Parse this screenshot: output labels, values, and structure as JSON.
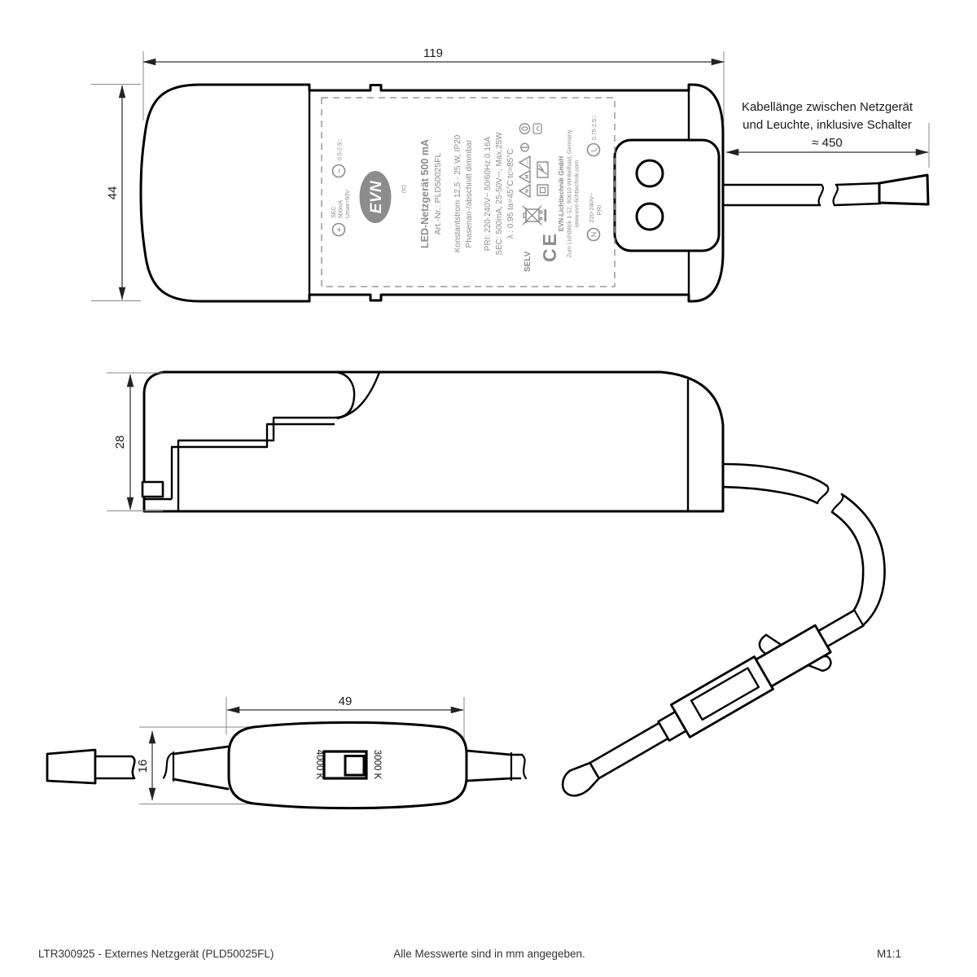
{
  "dims": {
    "top_length": "119",
    "top_height": "44",
    "side_height": "28",
    "switch_length": "49",
    "switch_height": "16",
    "cable_length": "≈ 450"
  },
  "note": {
    "line1": "Kabellänge zwischen Netzgerät",
    "line2": "und Leuchte, inklusive Schalter"
  },
  "device_label": {
    "terminal_plus": "+",
    "sec_line1": "SEC",
    "sec_line2": "500mA",
    "sec_line3": "Umax=60V",
    "terminal_minus": "−",
    "minus_spec": "0.5-2.5□",
    "logo": "EVN",
    "tc_mark": "(tc)",
    "title": "LED-Netzgerät 500 mA",
    "art_no": "Art.-Nr.: PLD50025FL",
    "spec1": "Konstantstrom 12,5 - 25 W, IP20",
    "spec2": "Phasenan-/abschnitt dimmbar",
    "pri": "PRI: 220-240V~ 50/60Hz  0.16A",
    "sec": "SEC: 500mA, 25-50V⎓, Max.25W",
    "lambda": "λ : 0.95  ta=45°C  tc=85°C",
    "selv": "SELV",
    "ce": "CE",
    "tri_m": "M",
    "tri_110": "110",
    "lc": "LC",
    "company": "EVN-Lichttechnik GmbH",
    "address": "Zum Lichtblick 1-12, 90610 Winkelhaid, Germany",
    "website": "www.evn-lichttechnik.com",
    "terminal_n": "N",
    "n_voltage": "220-240V~",
    "n_sub": "PRI",
    "terminal_l": "L",
    "l_spec": "0.75-2.5□"
  },
  "switch": {
    "label_left": "4000 K",
    "label_right": "3000 K"
  },
  "footer": {
    "left": "LTR300925 - Externes Netzgerät (PLD50025FL)",
    "center": "Alle Messwerte sind in mm angegeben.",
    "right": "M1:1"
  }
}
